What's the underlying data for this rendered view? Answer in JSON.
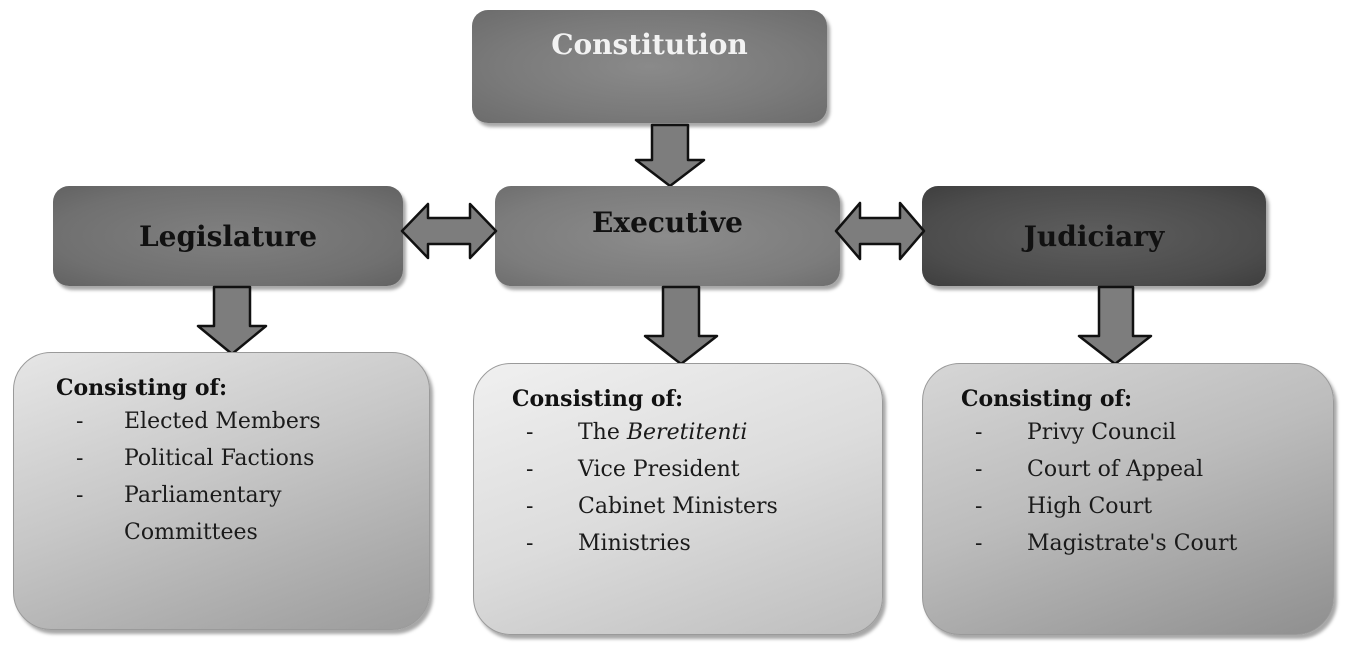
{
  "diagram": {
    "top": {
      "label": "Constitution"
    },
    "branches": [
      {
        "label": "Legislature",
        "panel_title": "Consisting of:",
        "items": [
          "Elected Members",
          "Political Factions",
          "Parliamentary",
          "Committees"
        ]
      },
      {
        "label": "Executive",
        "panel_title": "Consisting of:",
        "items": [
          "The ",
          "Vice President",
          "Cabinet Ministers",
          "Ministries"
        ],
        "item0_italic": "Beretitenti"
      },
      {
        "label": "Judiciary",
        "panel_title": "Consisting of:",
        "items": [
          "Privy Council",
          "Court of Appeal",
          "High Court",
          "Magistrate's Court"
        ]
      }
    ],
    "bullet": "-",
    "edges": [
      {
        "from": "Constitution",
        "to": "Executive",
        "type": "down-arrow"
      },
      {
        "from": "Legislature",
        "to": "Executive",
        "type": "double-arrow"
      },
      {
        "from": "Executive",
        "to": "Judiciary",
        "type": "double-arrow"
      },
      {
        "from": "Legislature",
        "to": "Legislature panel",
        "type": "down-arrow"
      },
      {
        "from": "Executive",
        "to": "Executive panel",
        "type": "down-arrow"
      },
      {
        "from": "Judiciary",
        "to": "Judiciary panel",
        "type": "down-arrow"
      }
    ],
    "colors": {
      "arrow_fill": "#7d7d7d",
      "arrow_stroke": "#111111",
      "constitution_box": "#7a7a7a",
      "legislature_box": "#707070",
      "executive_box": "#7c7c7c",
      "judiciary_box": "#4c4c4c"
    }
  }
}
